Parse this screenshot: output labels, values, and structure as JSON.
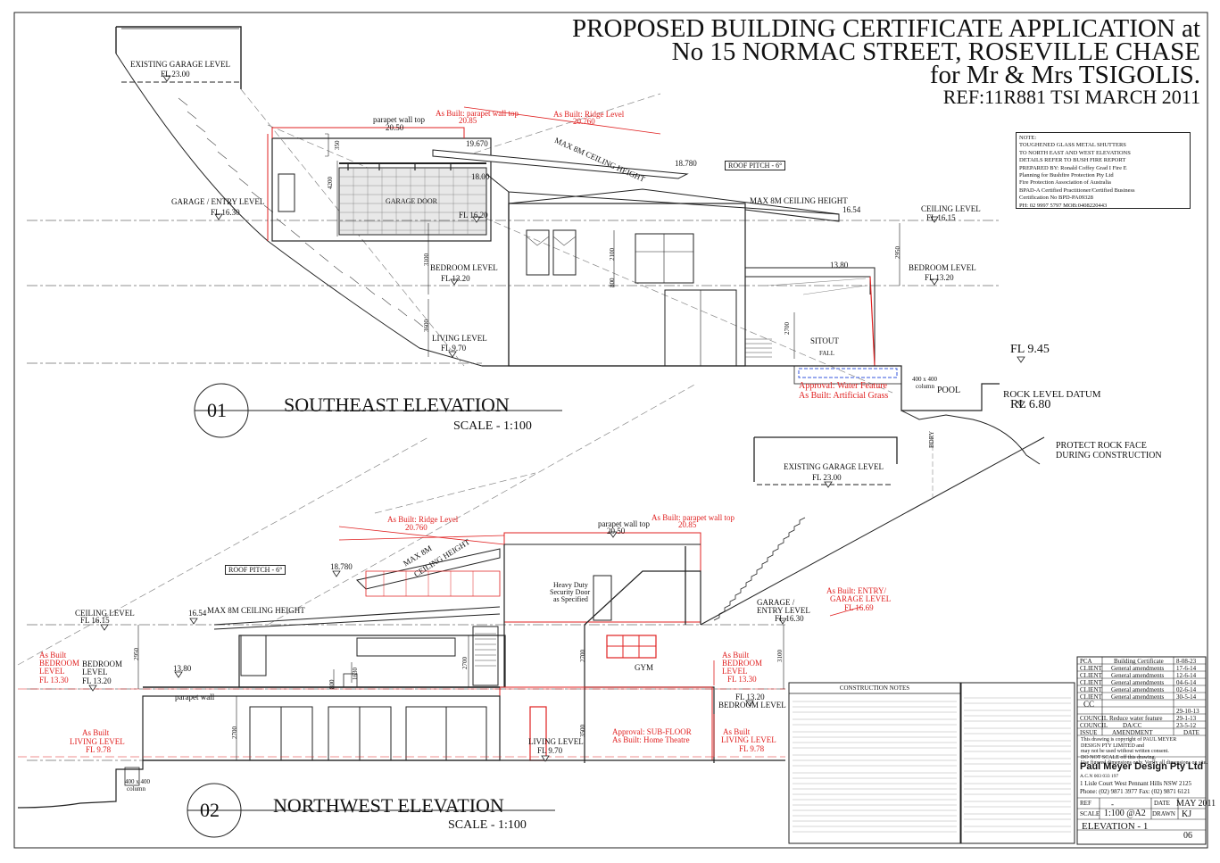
{
  "title": {
    "line1": "PROPOSED BUILDING CERTIFICATE APPLICATION at",
    "line2": "No 15 NORMAC STREET, ROSEVILLE CHASE",
    "line3": "for Mr & Mrs TSIGOLIS.",
    "ref": "REF:11R881 TSI MARCH 2011"
  },
  "note_box": {
    "lines": [
      "NOTE:",
      "TOUGHENED GLASS METAL SHUTTERS",
      "TO NORTH EAST AND WEST ELEVATIONS",
      "DETAILS REFER TO BUSH FIRE REPORT",
      "PREPARED BY: Ronald Coffey Grad I Fire E",
      "Planning for Bushfire Protection Pty Ltd",
      "Fire Protection Association of Australia",
      "BPAD-A Certified Practitioner/Certified Business",
      "Certification No BPD-PA09328",
      "PH: 02 9997 5797   MOB:0408220443"
    ]
  },
  "southeast": {
    "number": "01",
    "title": "SOUTHEAST ELEVATION",
    "scale": "SCALE - 1:100",
    "existing_garage": "EXISTING GARAGE LEVEL",
    "existing_garage_fl": "FL 23.00",
    "garage_entry": "GARAGE / ENTRY LEVEL",
    "garage_entry_fl": "FL 16.30",
    "garage_door": "GARAGE DOOR",
    "fl_1620": "FL 16.20",
    "bedroom": "BEDROOM LEVEL",
    "bedroom_fl": "FL 13.20",
    "living": "LIVING LEVEL",
    "living_fl": "FL 9.70",
    "ceiling": "CEILING LEVEL",
    "ceiling_fl": "FL 16.15",
    "bedroom_r": "BEDROOM LEVEL",
    "bedroom_r_fl": "FL 13.20",
    "parapet": "parapet wall top",
    "parapet_v": "20.50",
    "asbuilt_parapet": "As Built: parapet wall top",
    "asbuilt_parapet_v": "20.85",
    "asbuilt_ridge": "As Built: Ridge Level",
    "asbuilt_ridge_v": "20.760",
    "max8m": "MAX 8M CEILING HEIGHT",
    "max8m_2": "MAX 8M CEILING HEIGHT",
    "v19670": "19.670",
    "v18780": "18.780",
    "v18": "18.00",
    "v1654": "16.54",
    "v1380": "13.80",
    "roof_pitch": "ROOF PITCH - 6°",
    "sitout": "SITOUT",
    "fall": "FALL",
    "fl945": "FL 9.45",
    "column": "400 x 400",
    "column2": "column",
    "pool": "POOL",
    "rock_datum": "ROCK LEVEL DATUM",
    "rl": "RL 6.80",
    "approval_water": "Approval: Water Feature",
    "asbuilt_grass": "As Built: Artificial Grass",
    "dims": [
      "350",
      "4200",
      "3100",
      "3600",
      "2100",
      "800",
      "2950",
      "2700"
    ],
    "protect": "PROTECT ROCK FACE",
    "protect2": "DURING CONSTRUCTION",
    "bdry": "BDRY"
  },
  "northwest": {
    "number": "02",
    "title": "NORTHWEST ELEVATION",
    "scale": "SCALE - 1:100",
    "existing_garage": "EXISTING GARAGE LEVEL",
    "existing_garage_fl": "FL 23.00",
    "asbuilt_ridge": "As Built: Ridge Level",
    "asbuilt_ridge_v": "20.760",
    "parapet": "parapet wall top",
    "parapet_v": "20.50",
    "asbuilt_parapet": "As Built: parapet wall top",
    "asbuilt_parapet_v": "20.85",
    "max8m": "MAX 8M",
    "max8m_b": "CEILING HEIGHT",
    "max8m_2": "MAX 8M CEILING HEIGHT",
    "roof_pitch": "ROOF PITCH - 6°",
    "v18780": "18.780",
    "v1654": "16.54",
    "v1380": "13.80",
    "ceiling": "CEILING LEVEL",
    "ceiling_fl": "FL 16.15",
    "asbuilt_bedroom": "As Built",
    "asbuilt_bedroom2": "BEDROOM",
    "asbuilt_bedroom3": "LEVEL",
    "asbuilt_bedroom_fl": "FL 13.30",
    "bedroom": "BEDROOM",
    "bedroom2": "LEVEL",
    "bedroom_fl": "FL 13.20",
    "asbuilt_living": "As Built",
    "asbuilt_living2": "LIVING LEVEL",
    "asbuilt_living_fl": "FL 9.78",
    "parapet_wall": "parapet wall",
    "security": "Heavy Duty",
    "security2": "Security Door",
    "security3": "as Specified",
    "garage_entry": "GARAGE /",
    "garage_entry2": "ENTRY LEVEL",
    "garage_entry_fl": "FL 16.30",
    "asbuilt_entry": "As Built: ENTRY/",
    "asbuilt_entry2": "GARAGE LEVEL",
    "asbuilt_entry_fl": "FL 16.69",
    "gym": "GYM",
    "asbuilt_bed_r": "As Built",
    "asbuilt_bed_r2": "BEDROOM",
    "asbuilt_bed_r3": "LEVEL",
    "asbuilt_bed_r_fl": "FL 13.30",
    "fl1320": "FL 13.20",
    "bedroom_level": "BEDROOM LEVEL",
    "approval_sub": "Approval: SUB-FLOOR",
    "asbuilt_theatre": "As Built: Home Theatre",
    "living": "LIVING LEVEL",
    "living_fl": "FL 9.70",
    "asbuilt_living_r": "As Built",
    "asbuilt_living_r2": "LIVING LEVEL",
    "asbuilt_living_r_fl": "FL 9.78",
    "column": "400 x 400",
    "column2": "column",
    "dims": [
      "2950",
      "2700",
      "1630",
      "800",
      "2700",
      "3500",
      "3100",
      "2700"
    ]
  },
  "construction_notes": {
    "title": "CONSTRUCTION NOTES"
  },
  "revisions": [
    {
      "by": "PCA",
      "desc": "Building Certificate",
      "date": "8-08-23"
    },
    {
      "by": "CLIENT",
      "desc": "General amendments",
      "date": "17-6-14"
    },
    {
      "by": "CLIENT",
      "desc": "General amendments",
      "date": "12-6-14"
    },
    {
      "by": "CLIENT",
      "desc": "General amendments",
      "date": "04-6-14"
    },
    {
      "by": "CLIENT",
      "desc": "General amendments",
      "date": "02-6-14"
    },
    {
      "by": "CLIENT",
      "desc": "General amendments",
      "date": "30-5-14"
    },
    {
      "by": "CC",
      "desc": "",
      "date": "29-10-13"
    },
    {
      "by": "COUNCIL",
      "desc": "Reduce water feature",
      "date": "29-1-13"
    },
    {
      "by": "COUNCIL",
      "desc": "DA/CC",
      "date": "23-5-12"
    },
    {
      "by": "ISSUE",
      "desc": "AMENDMENT",
      "date": "DATE"
    }
  ],
  "titleblock": {
    "copyright1": "This drawing is copyright of PAUL MEYER",
    "copyright2": "DESIGN PTY LIMITED and",
    "copyright3": "may not be used without written consent.",
    "copyright4": "DO NOT SCALE off this drawing.",
    "copyright5": "Use figured dimensions only. Verify all dimensions on site.",
    "company": "Paul Meyer Design Pty Ltd",
    "acn": "A.C.N 003 033 197",
    "address": "1 Lisle Court West Pennant Hills NSW 2125",
    "phone": "Phone: (02) 9871 3977   Fax: (02) 9871 6121",
    "ref_label": "REF",
    "ref_value": "-",
    "date_label": "DATE",
    "date_value": "MAY 2011",
    "scale_label": "SCALE",
    "scale_value": "1:100 @A2",
    "drawn_label": "DRAWN",
    "drawn_value": "KJ",
    "sheet_name": "ELEVATION - 1",
    "sheet_no": "06"
  },
  "colors": {
    "ink": "#111111",
    "red": "#e02020",
    "blue": "#3355dd"
  }
}
